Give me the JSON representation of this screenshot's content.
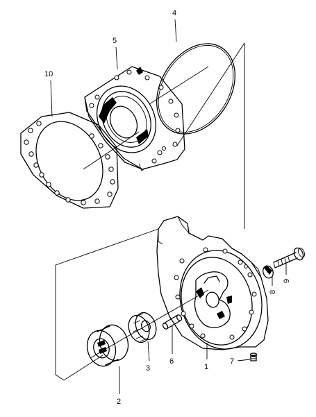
{
  "parts": [
    {
      "id": "part-1",
      "label": "1"
    },
    {
      "id": "part-2",
      "label": "2"
    },
    {
      "id": "part-3",
      "label": "3"
    },
    {
      "id": "part-4",
      "label": "4"
    },
    {
      "id": "part-5",
      "label": "5"
    },
    {
      "id": "part-6",
      "label": "6"
    },
    {
      "id": "part-7",
      "label": "7"
    },
    {
      "id": "part-8",
      "label": "8"
    },
    {
      "id": "part-9",
      "label": "9"
    },
    {
      "id": "part-10",
      "label": "10"
    }
  ]
}
